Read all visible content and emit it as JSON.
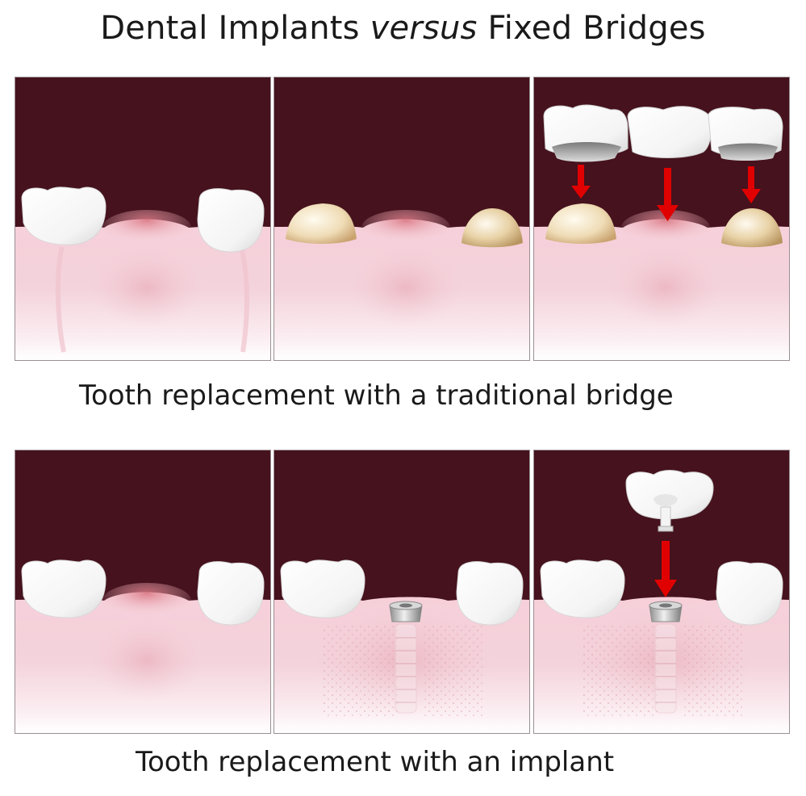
{
  "title": {
    "part1": "Dental Implants ",
    "italic": "versus",
    "part2": " Fixed Bridges"
  },
  "captions": {
    "bridge": "Tooth replacement with a traditional bridge",
    "implant": "Tooth replacement with an implant"
  },
  "colors": {
    "background": "#45121d",
    "gum": "#f3cdd6",
    "tooth": "#ffffff",
    "prepared_tooth": "#e9d2a8",
    "arrow": "#e00000",
    "implant_metal": "#b8b8b8"
  },
  "panels": [
    {
      "row": "bridge",
      "step": 1,
      "content": "gap-between-teeth"
    },
    {
      "row": "bridge",
      "step": 2,
      "content": "prepared-abutment-teeth"
    },
    {
      "row": "bridge",
      "step": 3,
      "content": "bridge-placement"
    },
    {
      "row": "implant",
      "step": 1,
      "content": "gap-between-teeth"
    },
    {
      "row": "implant",
      "step": 2,
      "content": "implant-post-in-jaw"
    },
    {
      "row": "implant",
      "step": 3,
      "content": "crown-placement-on-implant"
    }
  ]
}
